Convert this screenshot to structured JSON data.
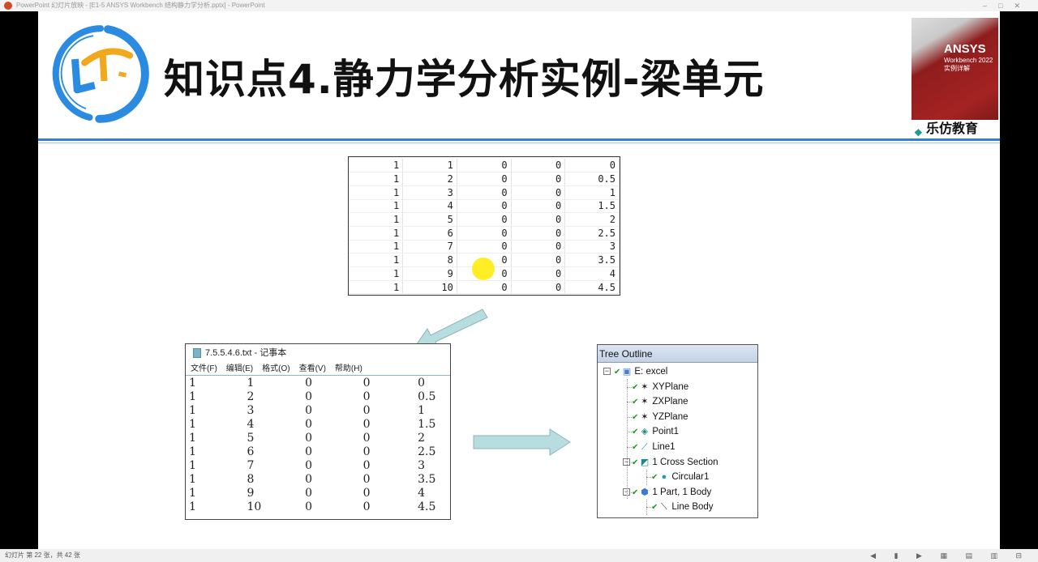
{
  "window": {
    "title": "PowerPoint 幻灯片放映 - [E1-5 ANSYS Workbench 结构静力学分析.pptx] - PowerPoint"
  },
  "slide": {
    "title": "知识点4.静力学分析实例-梁单元",
    "book": {
      "title": "ANSYS",
      "subtitle": "Workbench 2022 实例详解",
      "brand": "乐仿教育"
    },
    "sheet_rows": [
      [
        "1",
        "1",
        "0",
        "0",
        "0"
      ],
      [
        "1",
        "2",
        "0",
        "0",
        "0.5"
      ],
      [
        "1",
        "3",
        "0",
        "0",
        "1"
      ],
      [
        "1",
        "4",
        "0",
        "0",
        "1.5"
      ],
      [
        "1",
        "5",
        "0",
        "0",
        "2"
      ],
      [
        "1",
        "6",
        "0",
        "0",
        "2.5"
      ],
      [
        "1",
        "7",
        "0",
        "0",
        "3"
      ],
      [
        "1",
        "8",
        "0",
        "0",
        "3.5"
      ],
      [
        "1",
        "9",
        "0",
        "0",
        "4"
      ],
      [
        "1",
        "10",
        "0",
        "0",
        "4.5"
      ]
    ],
    "notepad": {
      "title": "7.5.5.4.6.txt - 记事本",
      "menu": [
        "文件(F)",
        "编辑(E)",
        "格式(O)",
        "查看(V)",
        "帮助(H)"
      ],
      "rows": [
        [
          "1",
          "1",
          "0",
          "0",
          "0"
        ],
        [
          "1",
          "2",
          "0",
          "0",
          "0.5"
        ],
        [
          "1",
          "3",
          "0",
          "0",
          "1"
        ],
        [
          "1",
          "4",
          "0",
          "0",
          "1.5"
        ],
        [
          "1",
          "5",
          "0",
          "0",
          "2"
        ],
        [
          "1",
          "6",
          "0",
          "0",
          "2.5"
        ],
        [
          "1",
          "7",
          "0",
          "0",
          "3"
        ],
        [
          "1",
          "8",
          "0",
          "0",
          "3.5"
        ],
        [
          "1",
          "9",
          "0",
          "0",
          "4"
        ],
        [
          "1",
          "10",
          "0",
          "0",
          "4.5"
        ]
      ]
    },
    "tree": {
      "header": "Tree Outline",
      "items": [
        "E: excel",
        "XYPlane",
        "ZXPlane",
        "YZPlane",
        "Point1",
        "Line1",
        "1 Cross Section",
        "Circular1",
        "1 Part, 1 Body",
        "Line Body"
      ]
    }
  },
  "status": {
    "slide_info": "幻灯片 第 22 张，共 42 张"
  }
}
